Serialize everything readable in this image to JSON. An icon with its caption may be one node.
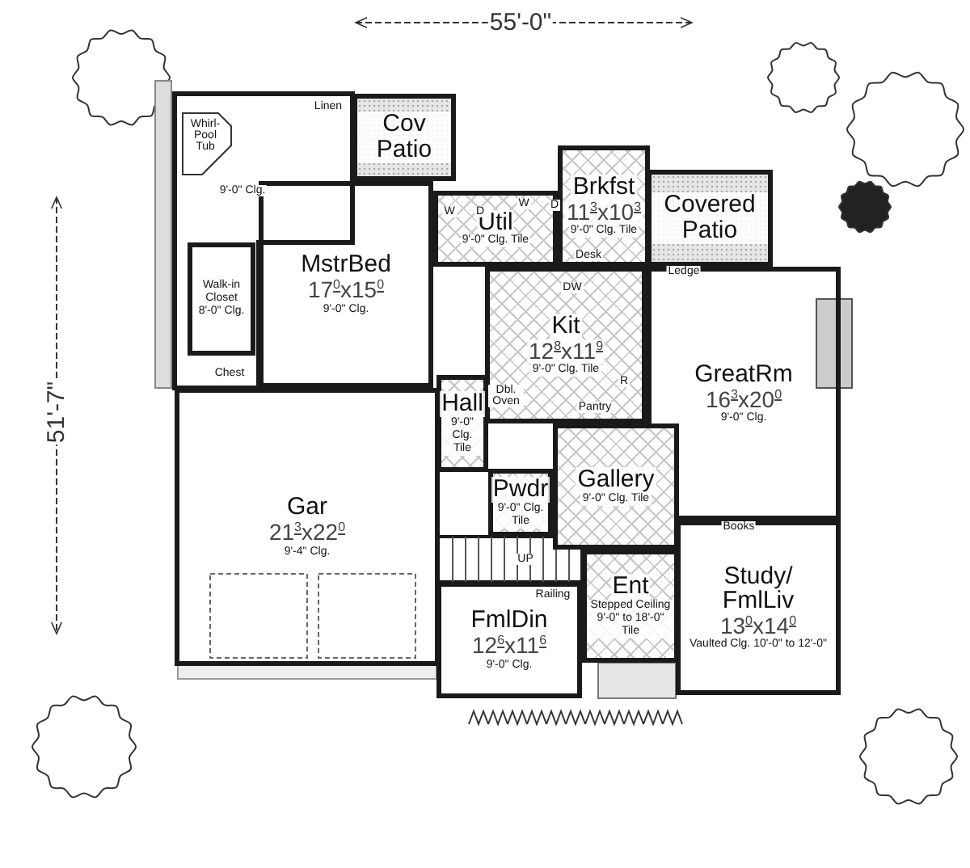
{
  "diagram": {
    "nodes": [
      {
        "text": [
          "Cov Patio"
        ]
      },
      {
        "text": [
          "Brkfst",
          "11$^{3}$x10$^{3}$",
          "9'-0\" Clg. Tile"
        ]
      },
      {
        "text": [
          "Util",
          "9'-0\" Clg. Tile"
        ]
      },
      {
        "text": [
          "MstrBed",
          "17$^{0}$x15$^{0}$",
          "9'-0\" Clg."
        ]
      },
      {
        "text": [
          "Covered Patio"
        ]
      },
      {
        "text": [
          "Walk-in Closet 8'-0\" Clg."
        ]
      },
      {
        "text": [
          "Kit",
          "12$^{8}$x11$^{9}$",
          "9'-0\" Clg. Tile"
        ]
      },
      {
        "text": [
          "GreatRm",
          "16$^{3}$x20$^{0}$",
          "9'-0\" Clg."
        ]
      },
      {
        "text": [
          "Hall",
          "9'-0\" Clg. Tile"
        ]
      },
      {
        "text": [
          "Gar",
          "21$^{3}$x22$^{0}$",
          "9'-4\" Clg."
        ]
      },
      {
        "text": [
          "Pwdr",
          "9'-0\" Clg. Tile"
        ]
      },
      {
        "text": [
          "Gallery",
          "9'-0\" Clg. Tile"
        ]
      },
      {
        "text": [
          "Ent",
          "Stepped Ceiling 9'-0\" to 18'-0\" Tile"
        ]
      },
      {
        "text": [
          "Study/ FmlLiv",
          "13$^{0}$x14$^{0}$",
          "Vaulted Clg. 10'-0\" to 12'-0\""
        ]
      },
      {
        "text": [
          "FmlDin",
          "12$^{6}$x11$^{6}$",
          "9'-0\" Clg."
        ]
      }
    ],
    "labels": [
      "55'-0\"",
      "Linen",
      "Whirl- Pool Tub",
      "9'-0\" Clg.",
      "W",
      "D",
      "W",
      "D",
      "Desk",
      "51'-7\"",
      "Ledge",
      "DW",
      "Chest",
      "R",
      "Dbl. Oven",
      "Pantry",
      "Books",
      "UP",
      "Railing"
    ]
  }
}
